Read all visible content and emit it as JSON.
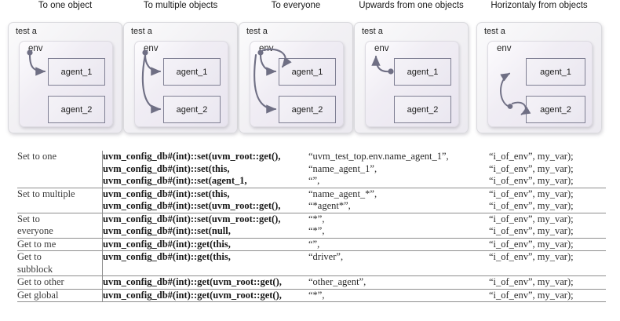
{
  "diagrams": [
    {
      "title": "To one object",
      "test_label": "test a",
      "env_label": "env",
      "agent_1": "agent_1",
      "agent_2": "agent_2",
      "arrow_kind": "env-to-agent1"
    },
    {
      "title": "To multiple objects",
      "test_label": "test a",
      "env_label": "env",
      "agent_1": "agent_1",
      "agent_2": "agent_2",
      "arrow_kind": "env-to-both"
    },
    {
      "title": "To everyone",
      "test_label": "test a",
      "env_label": "env",
      "agent_1": "agent_1",
      "agent_2": "agent_2",
      "arrow_kind": "env-to-everyone"
    },
    {
      "title": "Upwards from one objects",
      "test_label": "test a",
      "env_label": "env",
      "agent_1": "agent_1",
      "agent_2": "agent_2",
      "arrow_kind": "agent1-upwards"
    },
    {
      "title": "Horizontaly from objects",
      "test_label": "test a",
      "env_label": "env",
      "agent_1": "agent_1",
      "agent_2": "agent_2",
      "arrow_kind": "agent2-horizontal"
    }
  ],
  "table": {
    "rows": [
      {
        "label": "Set to one",
        "code": [
          "uvm_config_db#(int)::set(uvm_root::get(),",
          "uvm_config_db#(int)::set(this,",
          "uvm_config_db#(int)::set(agent_1,"
        ],
        "args": [
          "“uvm_test_top.env.name_agent_1”,",
          "“name_agent_1”,",
          "“”,"
        ],
        "tails": [
          "“i_of_env”, my_var);",
          "“i_of_env”, my_var);",
          "“i_of_env”, my_var);"
        ]
      },
      {
        "label": "Set to multiple",
        "code": [
          "uvm_config_db#(int)::set(this,",
          "uvm_config_db#(int)::set(uvm_root::get(),"
        ],
        "args": [
          "“name_agent_*”,",
          "“*agent*”,"
        ],
        "tails": [
          "“i_of_env”, my_var);",
          "“i_of_env”, my_var);"
        ]
      },
      {
        "label": "Set to\neveryone",
        "code": [
          "uvm_config_db#(int)::set(uvm_root::get(),",
          "uvm_config_db#(int)::set(null,"
        ],
        "args": [
          "“*”,",
          "“*”,"
        ],
        "tails": [
          "“i_of_env”, my_var);",
          "“i_of_env”, my_var);"
        ]
      },
      {
        "label": "Get to me",
        "code": [
          "uvm_config_db#(int)::get(this,"
        ],
        "args": [
          "“”,"
        ],
        "tails": [
          "“i_of_env”, my_var);"
        ]
      },
      {
        "label": "Get to\nsubblock",
        "code": [
          "uvm_config_db#(int)::get(this,",
          ""
        ],
        "args": [
          "“driver”,",
          ""
        ],
        "tails": [
          "“i_of_env”, my_var);",
          ""
        ]
      },
      {
        "label": "Get to other",
        "code": [
          "uvm_config_db#(int)::get(uvm_root::get(),"
        ],
        "args": [
          "“other_agent”,"
        ],
        "tails": [
          "“i_of_env”, my_var);"
        ]
      },
      {
        "label": "Get global",
        "code": [
          "uvm_config_db#(int)::get(uvm_root::get(),"
        ],
        "args": [
          "“*”,"
        ],
        "tails": [
          "“i_of_env”, my_var);"
        ]
      }
    ]
  },
  "colors": {
    "arrow": "#6f6f84",
    "box_border": "#7f7f93",
    "table_rule": "#8e8e8e",
    "page_bg": "#ffffff"
  }
}
